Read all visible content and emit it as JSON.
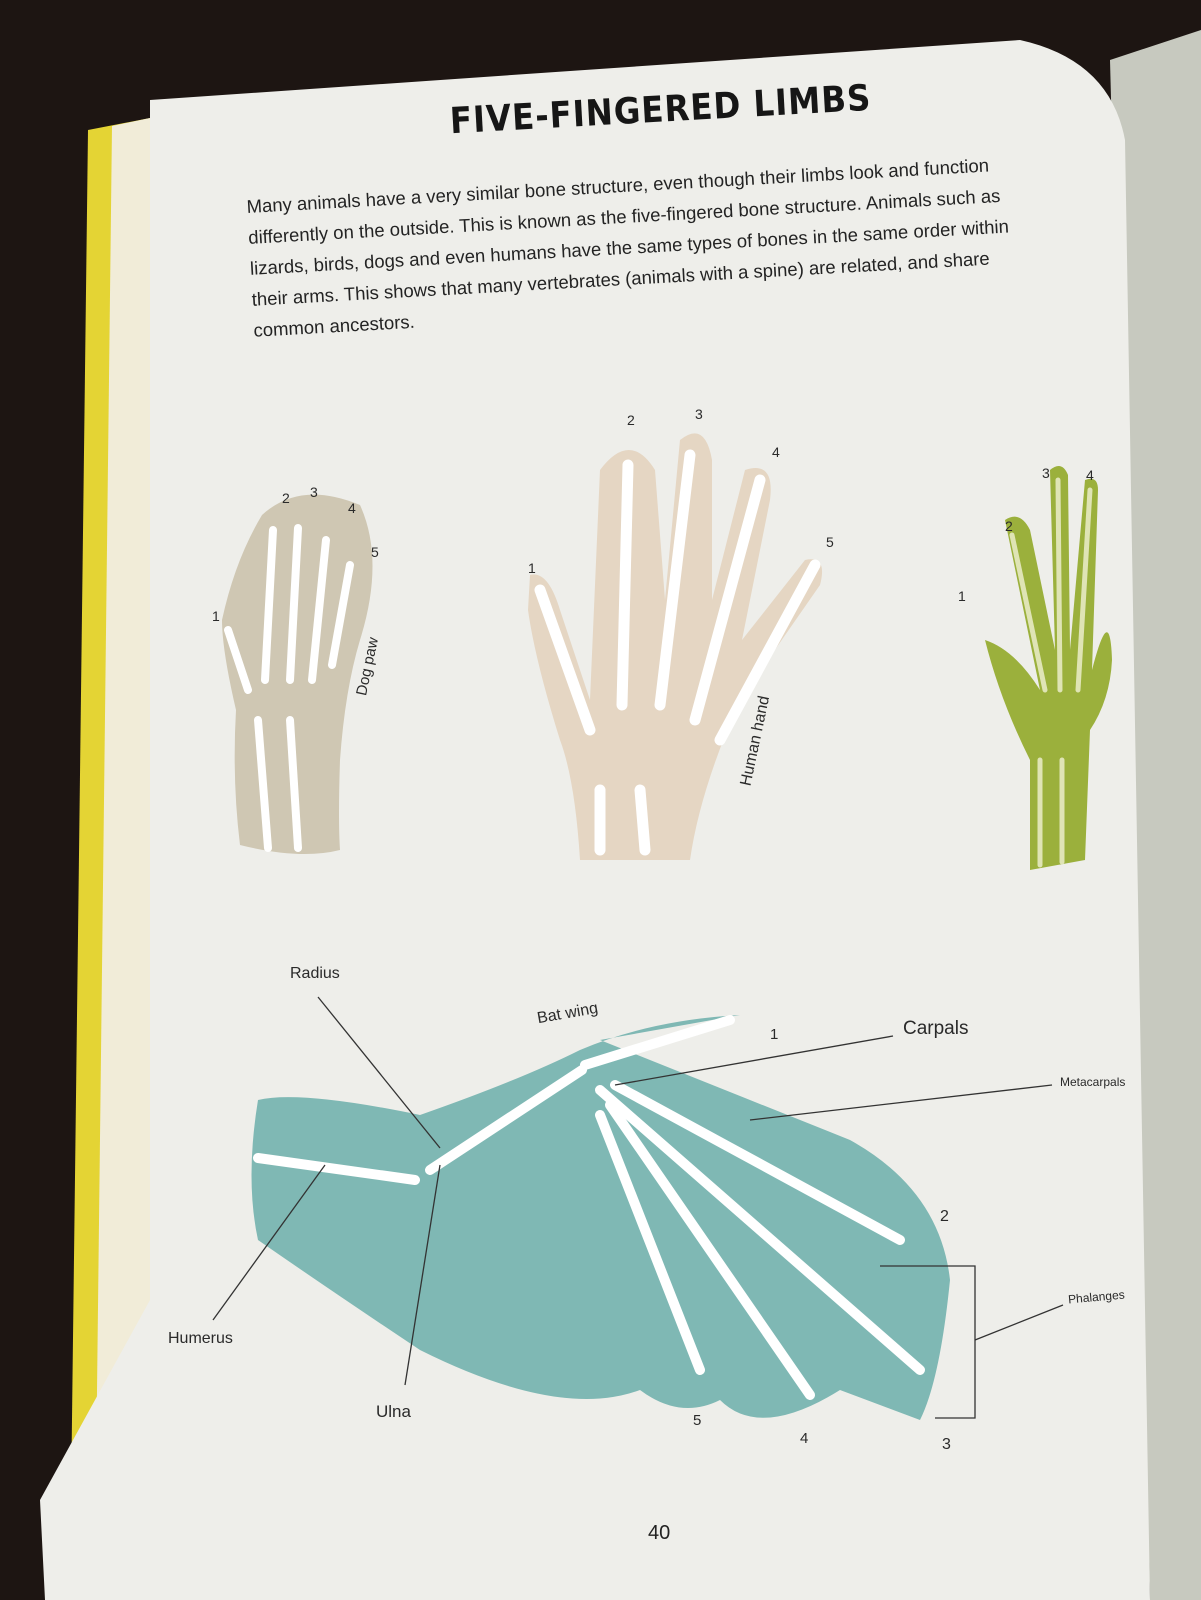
{
  "page": {
    "title": "FIVE-FINGERED LIMBS",
    "intro_lines": [
      "Many animals have a very similar bone structure, even though their limbs look and function",
      "differently on the outside. This is known as the five-fingered bone structure. Animals such as",
      "lizards, birds, dogs and even humans have the same types of bones in the same order within",
      "their arms. This shows that many vertebrates (animals with a spine) are related, and share",
      "common ancestors."
    ],
    "page_number": "40"
  },
  "dog_paw": {
    "label": "Dog paw",
    "digits": [
      "1",
      "2",
      "3",
      "4",
      "5"
    ]
  },
  "human_hand": {
    "label": "Human hand",
    "digits": [
      "1",
      "2",
      "3",
      "4",
      "5"
    ]
  },
  "right_limb": {
    "digits": [
      "1",
      "2",
      "3",
      "4"
    ]
  },
  "bat_wing": {
    "label": "Bat wing",
    "digits": [
      "1",
      "2",
      "3",
      "4",
      "5"
    ],
    "bone_labels": {
      "radius": "Radius",
      "humerus": "Humerus",
      "ulna": "Ulna",
      "carpals": "Carpals",
      "metacarpals": "Metacarpals",
      "phalanges": "Phalanges"
    }
  },
  "colors": {
    "page": "#eeeeea",
    "dog_fill": "#cfc7b3",
    "human_fill": "#e5d6c3",
    "lizard_fill": "#9bb03c",
    "bat_fill": "#7fb8b4",
    "bone": "#ffffff",
    "book_edge": "#e8d83a"
  }
}
